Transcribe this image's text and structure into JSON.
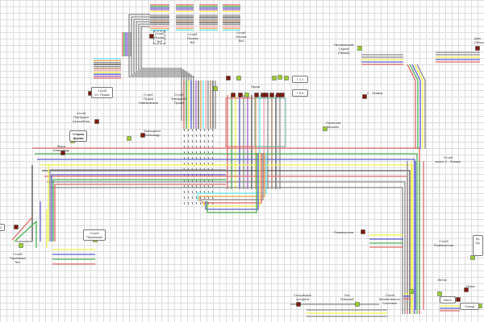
{
  "labels": {
    "pole_lesnaya_2": "Столб\nЛесная\n№2",
    "pole_lesnaya_1": "Столб\nЛесная\n№1",
    "pole_lesnaya_4": "Столб\nЛесная\n№4",
    "pole_pushki": "Столб\nУл. Пушки",
    "pole_pushki_novik": "Столб\nПушки\nНовиковская",
    "pole_zavod_pushki": "Столб\nЗаводской\nПушки",
    "garage": "Гараж",
    "box_a": "7.1.1",
    "box_b": "7.5.5",
    "pole_pastushya": "Столб\nПастушья\nШоссейная",
    "old_farm": "Старая\nферма",
    "zhory": "Жоры\nАлександр",
    "timoshenko": "Тимощенко\nАлександр",
    "pospelov": "Поспелов\nМихаил",
    "netomnesky": "Нетомнеский\nСергей\n(Лешка)",
    "two_floor": "2 - Этажка",
    "pole_two_floor": "Столб\nвозле 2 - Этажки",
    "pole_perevyazka": "Столб\nПеревязка\n№1",
    "pole_left_box": "Столб\nПеревязка",
    "razvilulina": "Развилулина",
    "pole_razvilulina": "Столб\nРазвилулина",
    "sosnovskie": "Сосновские\nхуторята",
    "les_ozerny": "Лес\nОзерный",
    "pole_malinovsky": "Столб\nМалиновского\nСосновое",
    "vetka": "Ветка",
    "pesha": "Пеша",
    "box_vyalo": "Вяло",
    "box_sklad": "Склад",
    "dom_right": "Дом\n(Лешка)",
    "right_box": "Кр\nБр",
    "left_box_edge": "2"
  },
  "colors": {
    "red": "#e06666",
    "green": "#4caf50",
    "blue": "#5c5ccc",
    "yellow": "#f2f24a",
    "gray": "#8a8a8a",
    "dark": "#555555",
    "cyan": "#66e8ee",
    "orange": "#f0a050",
    "pink": "#f4a8b8",
    "purple": "#a05cc8",
    "brown": "#b08060",
    "node_brown": "#7a1a10",
    "node_green": "#9acd32"
  }
}
